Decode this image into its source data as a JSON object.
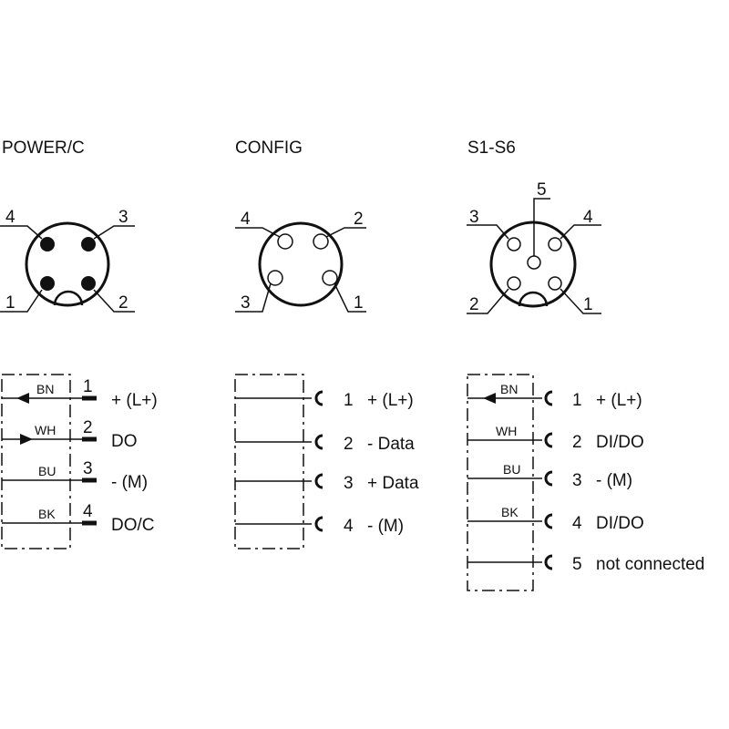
{
  "connectors": [
    {
      "title": "POWER/C",
      "pins": [
        "1",
        "2",
        "3",
        "4"
      ],
      "wires": [
        {
          "color": "BN",
          "num": "1",
          "label": "+ (L+)",
          "arrow": "in"
        },
        {
          "color": "WH",
          "num": "2",
          "label": "DO",
          "arrow": "out"
        },
        {
          "color": "BU",
          "num": "3",
          "label": "- (M)",
          "arrow": ""
        },
        {
          "color": "BK",
          "num": "4",
          "label": "DO/C",
          "arrow": ""
        }
      ]
    },
    {
      "title": "CONFIG",
      "pins": [
        "1",
        "2",
        "3",
        "4"
      ],
      "wires": [
        {
          "color": "",
          "num": "1",
          "label": "+ (L+)"
        },
        {
          "color": "",
          "num": "2",
          "label": "- Data"
        },
        {
          "color": "",
          "num": "3",
          "label": "+ Data"
        },
        {
          "color": "",
          "num": "4",
          "label": "- (M)"
        }
      ]
    },
    {
      "title": "S1-S6",
      "pins": [
        "1",
        "2",
        "3",
        "4",
        "5"
      ],
      "wires": [
        {
          "color": "BN",
          "num": "1",
          "label": "+ (L+)",
          "arrow": "in"
        },
        {
          "color": "WH",
          "num": "2",
          "label": "DI/DO"
        },
        {
          "color": "BU",
          "num": "3",
          "label": "- (M)"
        },
        {
          "color": "BK",
          "num": "4",
          "label": "DI/DO"
        },
        {
          "color": "",
          "num": "5",
          "label": "not connected"
        }
      ]
    }
  ]
}
